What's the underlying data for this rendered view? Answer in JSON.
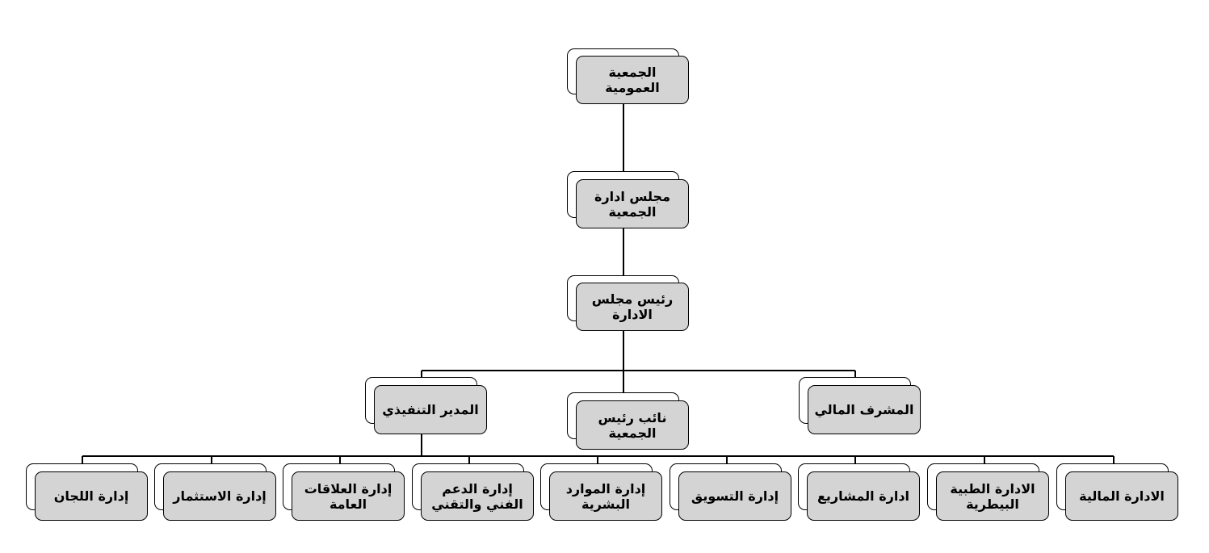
{
  "chart": {
    "general_assembly": "الجمعية\nالعمومية",
    "board": "مجلس ادارة\nالجمعية",
    "chairman": "رئيس مجلس\nالادارة",
    "executive_director": "المدير التنفيذي",
    "vice_president": "نائب رئيس\nالجمعية",
    "financial_supervisor": "المشرف المالي",
    "departments": [
      "إدارة اللجان",
      "إدارة الاستثمار",
      "إدارة العلاقات\nالعامة",
      "إدارة الدعم\nالفني والتقني",
      "إدارة الموارد\nالبشرية",
      "إدارة التسويق",
      "ادارة المشاريع",
      "الادارة الطبية\nالبيطرية",
      "الادارة المالية"
    ]
  }
}
